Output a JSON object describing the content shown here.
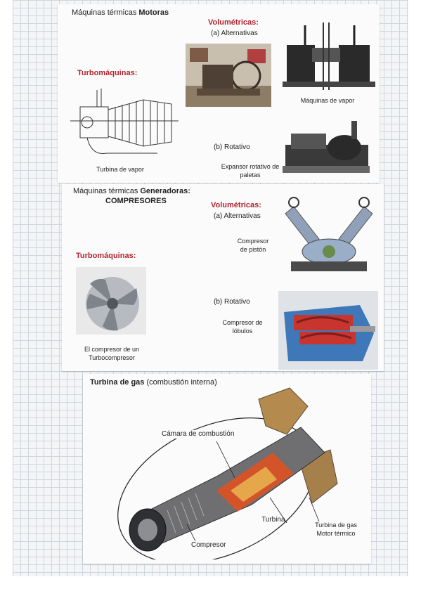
{
  "card1": {
    "title_plain": "Máquinas térmicas ",
    "title_bold": "Motoras",
    "volumetricas": "Volumétricas:",
    "alternativas": "(a) Alternativas",
    "turbomaquinas": "Turbomáquinas:",
    "maquinas_vapor": "Máquinas de vapor",
    "rotativo": "(b) Rotativo",
    "turbina_vapor": "Turbina de vapor",
    "expansor_line1": "Expansor rotativo de",
    "expansor_line2": "paletas"
  },
  "card2": {
    "title_plain": "Máquinas térmicas ",
    "title_bold": "Generadoras:",
    "title_line2": "COMPRESORES",
    "volumetricas": "Volumétricas:",
    "alternativas": "(a) Alternativas",
    "compresor_piston_1": "Compresor",
    "compresor_piston_2": "de pistón",
    "turbomaquinas": "Turbomáquinas:",
    "rotativo": "(b) Rotativo",
    "compresor_lobulos_1": "Compresor de",
    "compresor_lobulos_2": "lóbulos",
    "turbocompresor_1": "El compresor de un",
    "turbocompresor_2": "Turbocompresor"
  },
  "card3": {
    "title_bold": "Turbina de gas",
    "title_plain": " (combustión interna)",
    "camara": "Cámara de combustión",
    "turbina": "Turbina",
    "compresor": "Compresor",
    "turbina_gas_1": "Turbina de gas",
    "turbina_gas_2": "Motor térmico"
  },
  "colors": {
    "accent_red": "#b3232e",
    "grid": "#cfd6de",
    "card": "#fbfbfb"
  }
}
